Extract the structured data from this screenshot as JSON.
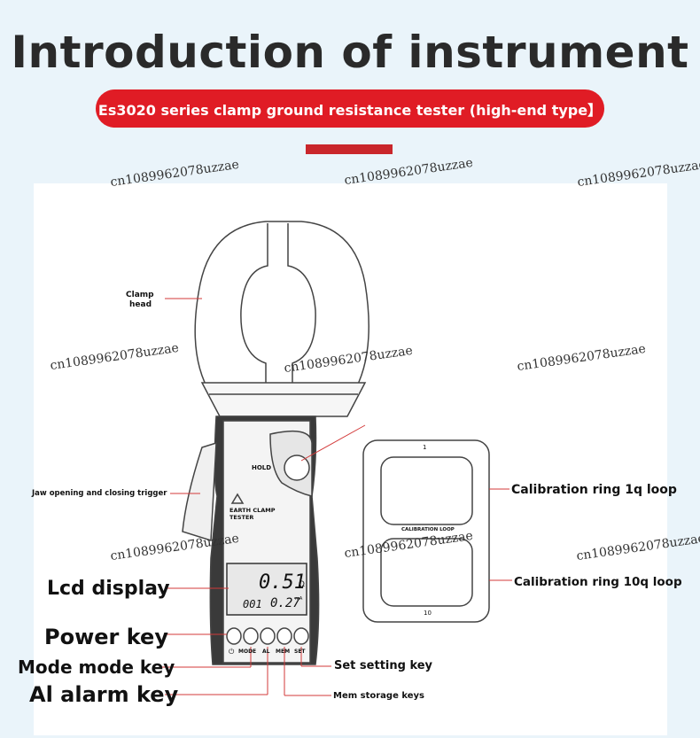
{
  "header": {
    "title": "Introduction of instrument",
    "subtitle": "Es3020 series clamp ground resistance tester (high-end type】"
  },
  "watermark": "cn1089962078uzzae",
  "labels": {
    "clamp_head_1": "Clamp",
    "clamp_head_2": "head",
    "jaw_trigger": "Jaw opening and closing trigger",
    "lcd_display": "Lcd display",
    "power_key": "Power key",
    "mode_key": "Mode mode key",
    "al_key": "Al alarm key",
    "set_key": "Set setting key",
    "mem_key": "Mem storage keys",
    "cal_ring_1": "Calibration ring 1q loop",
    "cal_ring_10": "Calibration ring 10q loop"
  },
  "device": {
    "hold": "HOLD",
    "warning": "EARTH CLAMP",
    "warning2": "TESTER",
    "lcd_main": "0.51",
    "lcd_unit": "Ω",
    "lcd_sub_left": "001",
    "lcd_sub_right": "0.27",
    "lcd_sub_unit": "mA",
    "btn_mode": "MODE",
    "btn_al": "AL",
    "btn_mem": "MEM",
    "btn_set": "SET"
  },
  "calibration": {
    "top_num": "1",
    "bottom_num": "10",
    "caption": "CALIBRATION LOOP"
  },
  "colors": {
    "accent": "#e01c25",
    "leader": "#d33a3a"
  }
}
